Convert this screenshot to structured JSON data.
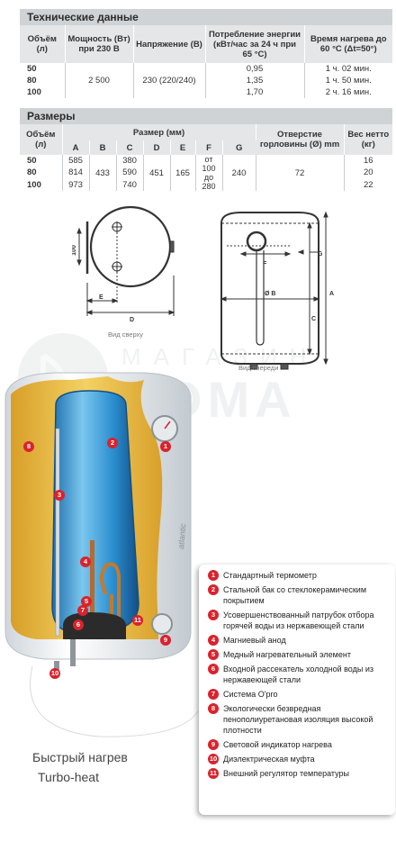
{
  "tech": {
    "title": "Технические данные",
    "headers": [
      "Объём (л)",
      "Мощность (Вт) при 230 В",
      "Напряжение (В)",
      "Потребление энергии (кВт/час за 24 ч при 65 °C)",
      "Время нагрева до 60 °C (Δt=50°)"
    ],
    "rows": [
      {
        "volume": "50",
        "power": "2 500",
        "voltage": "230 (220/240)",
        "energy": "0,95",
        "heat_time": "1 ч. 02 мин."
      },
      {
        "volume": "80",
        "energy": "1,35",
        "heat_time": "1 ч. 50 мин."
      },
      {
        "volume": "100",
        "energy": "1,70",
        "heat_time": "2 ч. 16 мин."
      }
    ]
  },
  "dims": {
    "title": "Размеры",
    "headers": {
      "volume": "Объём (л)",
      "size": "Размер (мм)",
      "opening": "Отверстие горловины (Ø) mm",
      "weight": "Вес нетто (кг)"
    },
    "letters": [
      "A",
      "B",
      "C",
      "D",
      "E",
      "F",
      "G"
    ],
    "rows": [
      {
        "volume": "50",
        "A": "585",
        "C": "380",
        "weight": "16"
      },
      {
        "volume": "80",
        "A": "814",
        "B": "433",
        "C": "590",
        "D": "451",
        "E": "165",
        "F": "от 100 до 280",
        "G": "240",
        "opening": "72",
        "weight": "20"
      },
      {
        "volume": "100",
        "A": "973",
        "C": "740",
        "weight": "22"
      }
    ]
  },
  "captions": {
    "top_view": "Вид сверху",
    "front_view": "Вид спереди"
  },
  "drawing_labels": {
    "dim_100": "100",
    "E": "E",
    "D": "D",
    "F": "F",
    "OB": "Ø B",
    "A": "A",
    "C": "C",
    "G": "G"
  },
  "watermark": {
    "line1": "МАГАЗИН",
    "line2": "ДОМА"
  },
  "product_label": "atlantic",
  "callouts": [
    "1",
    "2",
    "3",
    "4",
    "5",
    "6",
    "7",
    "8",
    "9",
    "10",
    "11"
  ],
  "legend": [
    {
      "num": "1",
      "text": "Стандартный термометр"
    },
    {
      "num": "2",
      "text": "Стальной бак со стеклокерамическим покрытием"
    },
    {
      "num": "3",
      "text": "Усовершенствованный патрубок отбора горячей воды из нержавеющей стали"
    },
    {
      "num": "4",
      "text": "Магниевый анод"
    },
    {
      "num": "5",
      "text": "Медный нагревательный элемент"
    },
    {
      "num": "6",
      "text": "Входной рассекатель холодной воды из нержавеющей стали"
    },
    {
      "num": "7",
      "text": "Система O'pro"
    },
    {
      "num": "8",
      "text": " Экологически безвредная пенополиуретановая изоляция высокой плотности"
    },
    {
      "num": "9",
      "text": "Световой индикатор нагрева"
    },
    {
      "num": "10",
      "text": "Диэлектрическая муфта"
    },
    {
      "num": "11",
      "text": "Внешний регулятор температуры"
    }
  ],
  "promo": {
    "line1": "Быстрый нагрев",
    "line2": "Turbo-heat"
  },
  "colors": {
    "accent": "#d9232d",
    "tank": "#3aa0d8",
    "insulation": "#e8b830",
    "header_bg": "#cfd3d6"
  }
}
